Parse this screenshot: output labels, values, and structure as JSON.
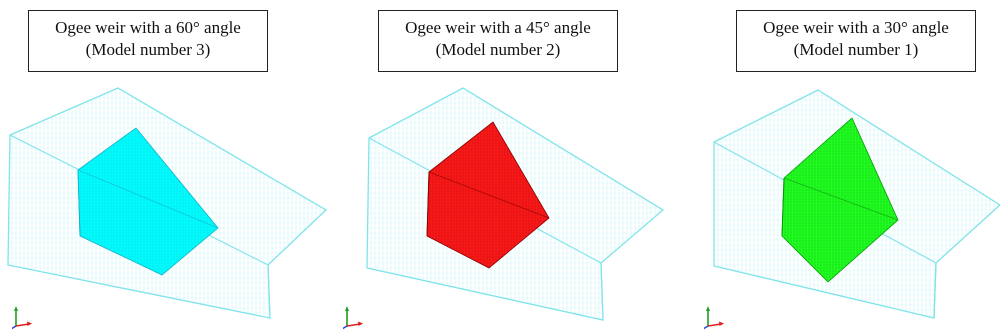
{
  "panels": [
    {
      "id": "model-3",
      "title_line1": "Ogee weir with a 60° angle",
      "title_line2": "(Model number 3)",
      "weir_color": "#00ffff",
      "weir_edge": "#14b4c8"
    },
    {
      "id": "model-2",
      "title_line1": "Ogee weir with a 45° angle",
      "title_line2": "(Model number 2)",
      "weir_color": "#ff1a1a",
      "weir_edge": "#8a0000"
    },
    {
      "id": "model-1",
      "title_line1": "Ogee weir with a 30° angle",
      "title_line2": "(Model number 1)",
      "weir_color": "#22ff22",
      "weir_edge": "#0a9a0a"
    }
  ],
  "domain_box_color": "#7fe3ea",
  "axis_colors": {
    "x": "#e02020",
    "y": "#20a020",
    "z": "#2040e0"
  }
}
